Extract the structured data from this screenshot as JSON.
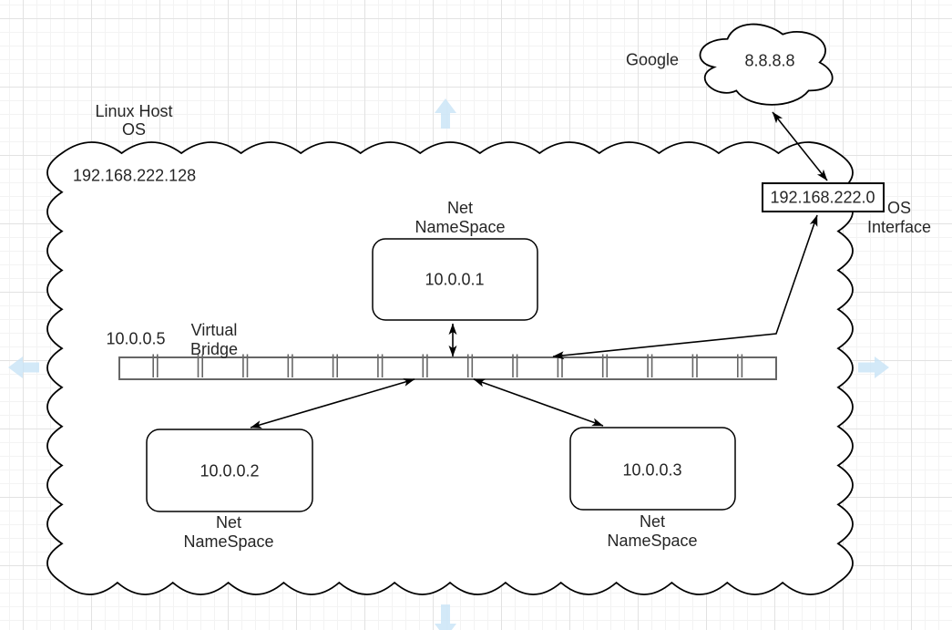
{
  "colors": {
    "page_nav_arrow": "#c8e4f6",
    "connector": "#000000",
    "shape_stroke": "#000000",
    "bridge_stroke": "#666666",
    "shape_fill": "#ffffff",
    "text": "#262626",
    "grid_minor": "#f3f3f3",
    "grid_major": "#e2e2e2"
  },
  "diagram": {
    "internet": {
      "provider_label": "Google",
      "dns_ip": "8.8.8.8"
    },
    "host": {
      "name_line1": "Linux Host",
      "name_line2": "OS",
      "ip": "192.168.222.128"
    },
    "os_interface": {
      "ip": "192.168.222.0",
      "label_line1": "OS",
      "label_line2": "Interface"
    },
    "bridge": {
      "ip": "10.0.0.5",
      "label_line1": "Virtual",
      "label_line2": "Bridge"
    },
    "namespaces": [
      {
        "ip": "10.0.0.1",
        "label_line1": "Net",
        "label_line2": "NameSpace"
      },
      {
        "ip": "10.0.0.2",
        "label_line1": "Net",
        "label_line2": "NameSpace"
      },
      {
        "ip": "10.0.0.3",
        "label_line1": "Net",
        "label_line2": "NameSpace"
      }
    ]
  }
}
